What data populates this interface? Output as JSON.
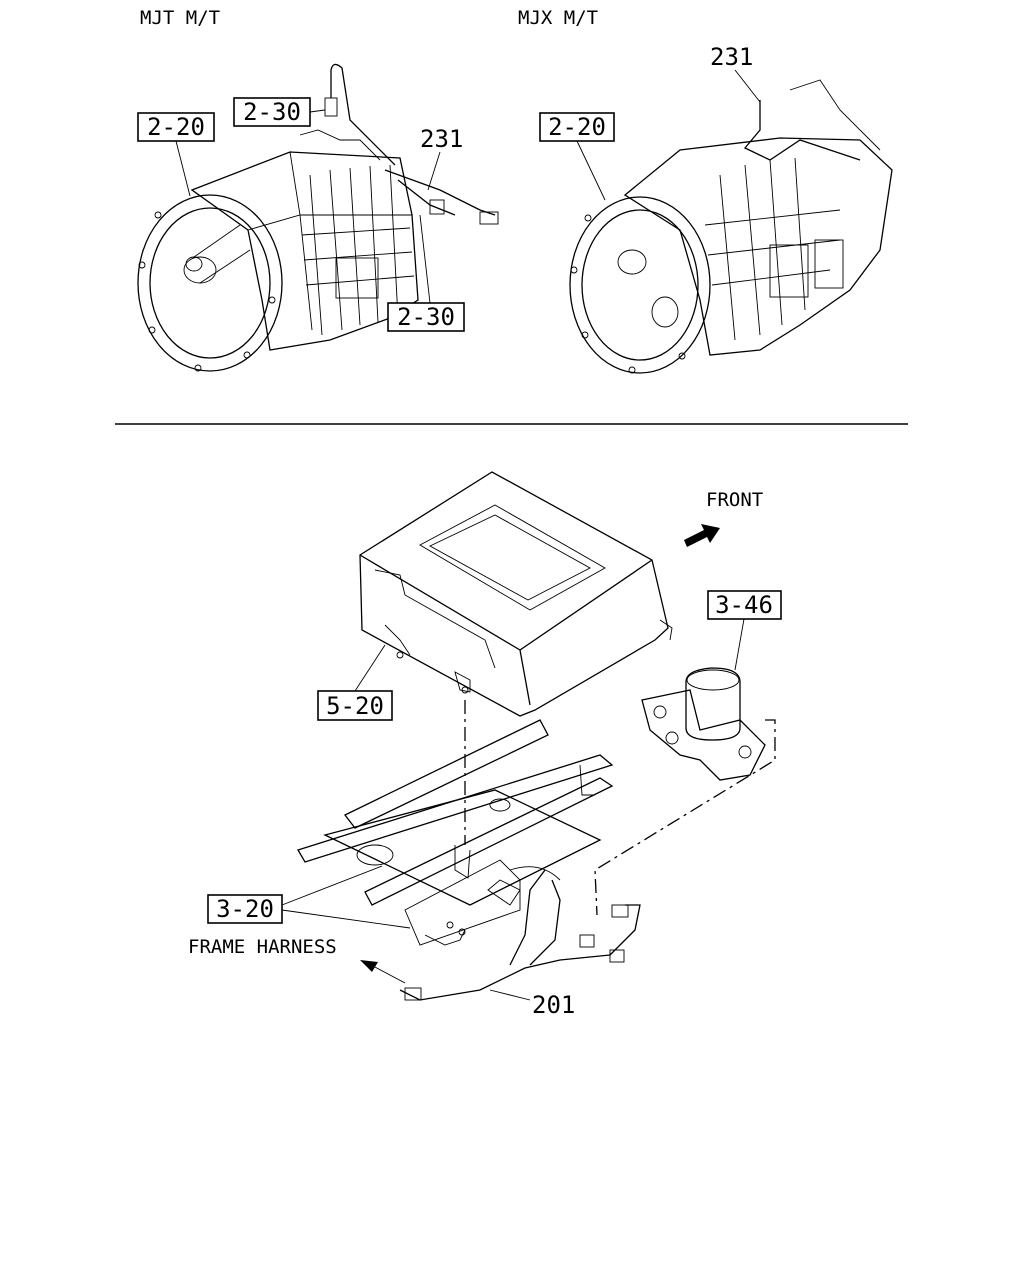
{
  "headings": {
    "mjt": "MJT M/T",
    "mjx": "MJX M/T"
  },
  "direction": {
    "front": "FRONT",
    "frame_harness": "FRAME HARNESS"
  },
  "callouts": {
    "mjt_2_20": "2-20",
    "mjt_2_30_top": "2-30",
    "mjt_231": "231",
    "mjt_2_30_bottom": "2-30",
    "mjx_2_20": "2-20",
    "mjx_231": "231",
    "ecu_5_20": "5-20",
    "valve_3_46": "3-46",
    "harness_3_20": "3-20",
    "harness_201": "201"
  }
}
